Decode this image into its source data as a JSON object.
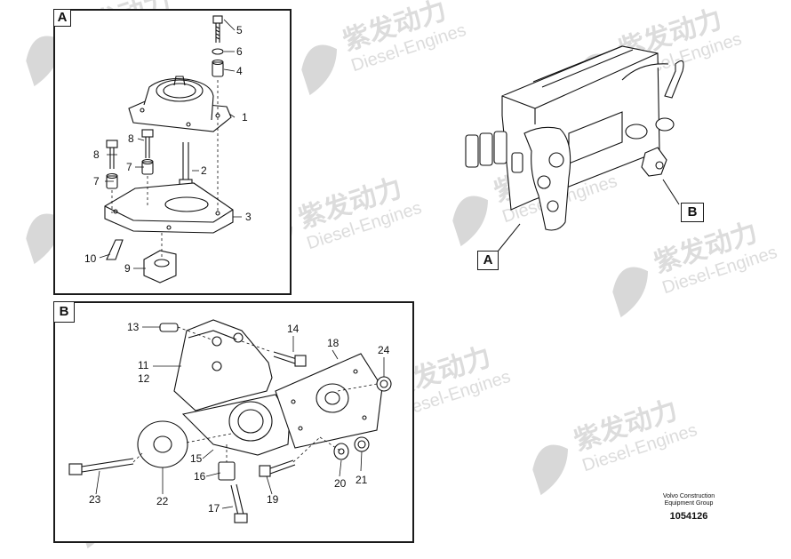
{
  "panels": {
    "a": {
      "tag": "A"
    },
    "b": {
      "tag": "B"
    }
  },
  "callouts": {
    "main_a": "A",
    "main_b": "B"
  },
  "part_labels_a": [
    "5",
    "6",
    "4",
    "1",
    "8",
    "7",
    "2",
    "8",
    "7",
    "3",
    "10",
    "9"
  ],
  "part_labels_b": [
    "13",
    "14",
    "18",
    "24",
    "11",
    "12",
    "15",
    "16",
    "17",
    "23",
    "22",
    "19",
    "20",
    "21"
  ],
  "watermark": {
    "brand_cn": "紫发动力",
    "brand_en": "Diesel-Engines"
  },
  "footer": {
    "company_line1": "Volvo Construction",
    "company_line2": "Equipment Group",
    "drawing_number": "1054126"
  }
}
